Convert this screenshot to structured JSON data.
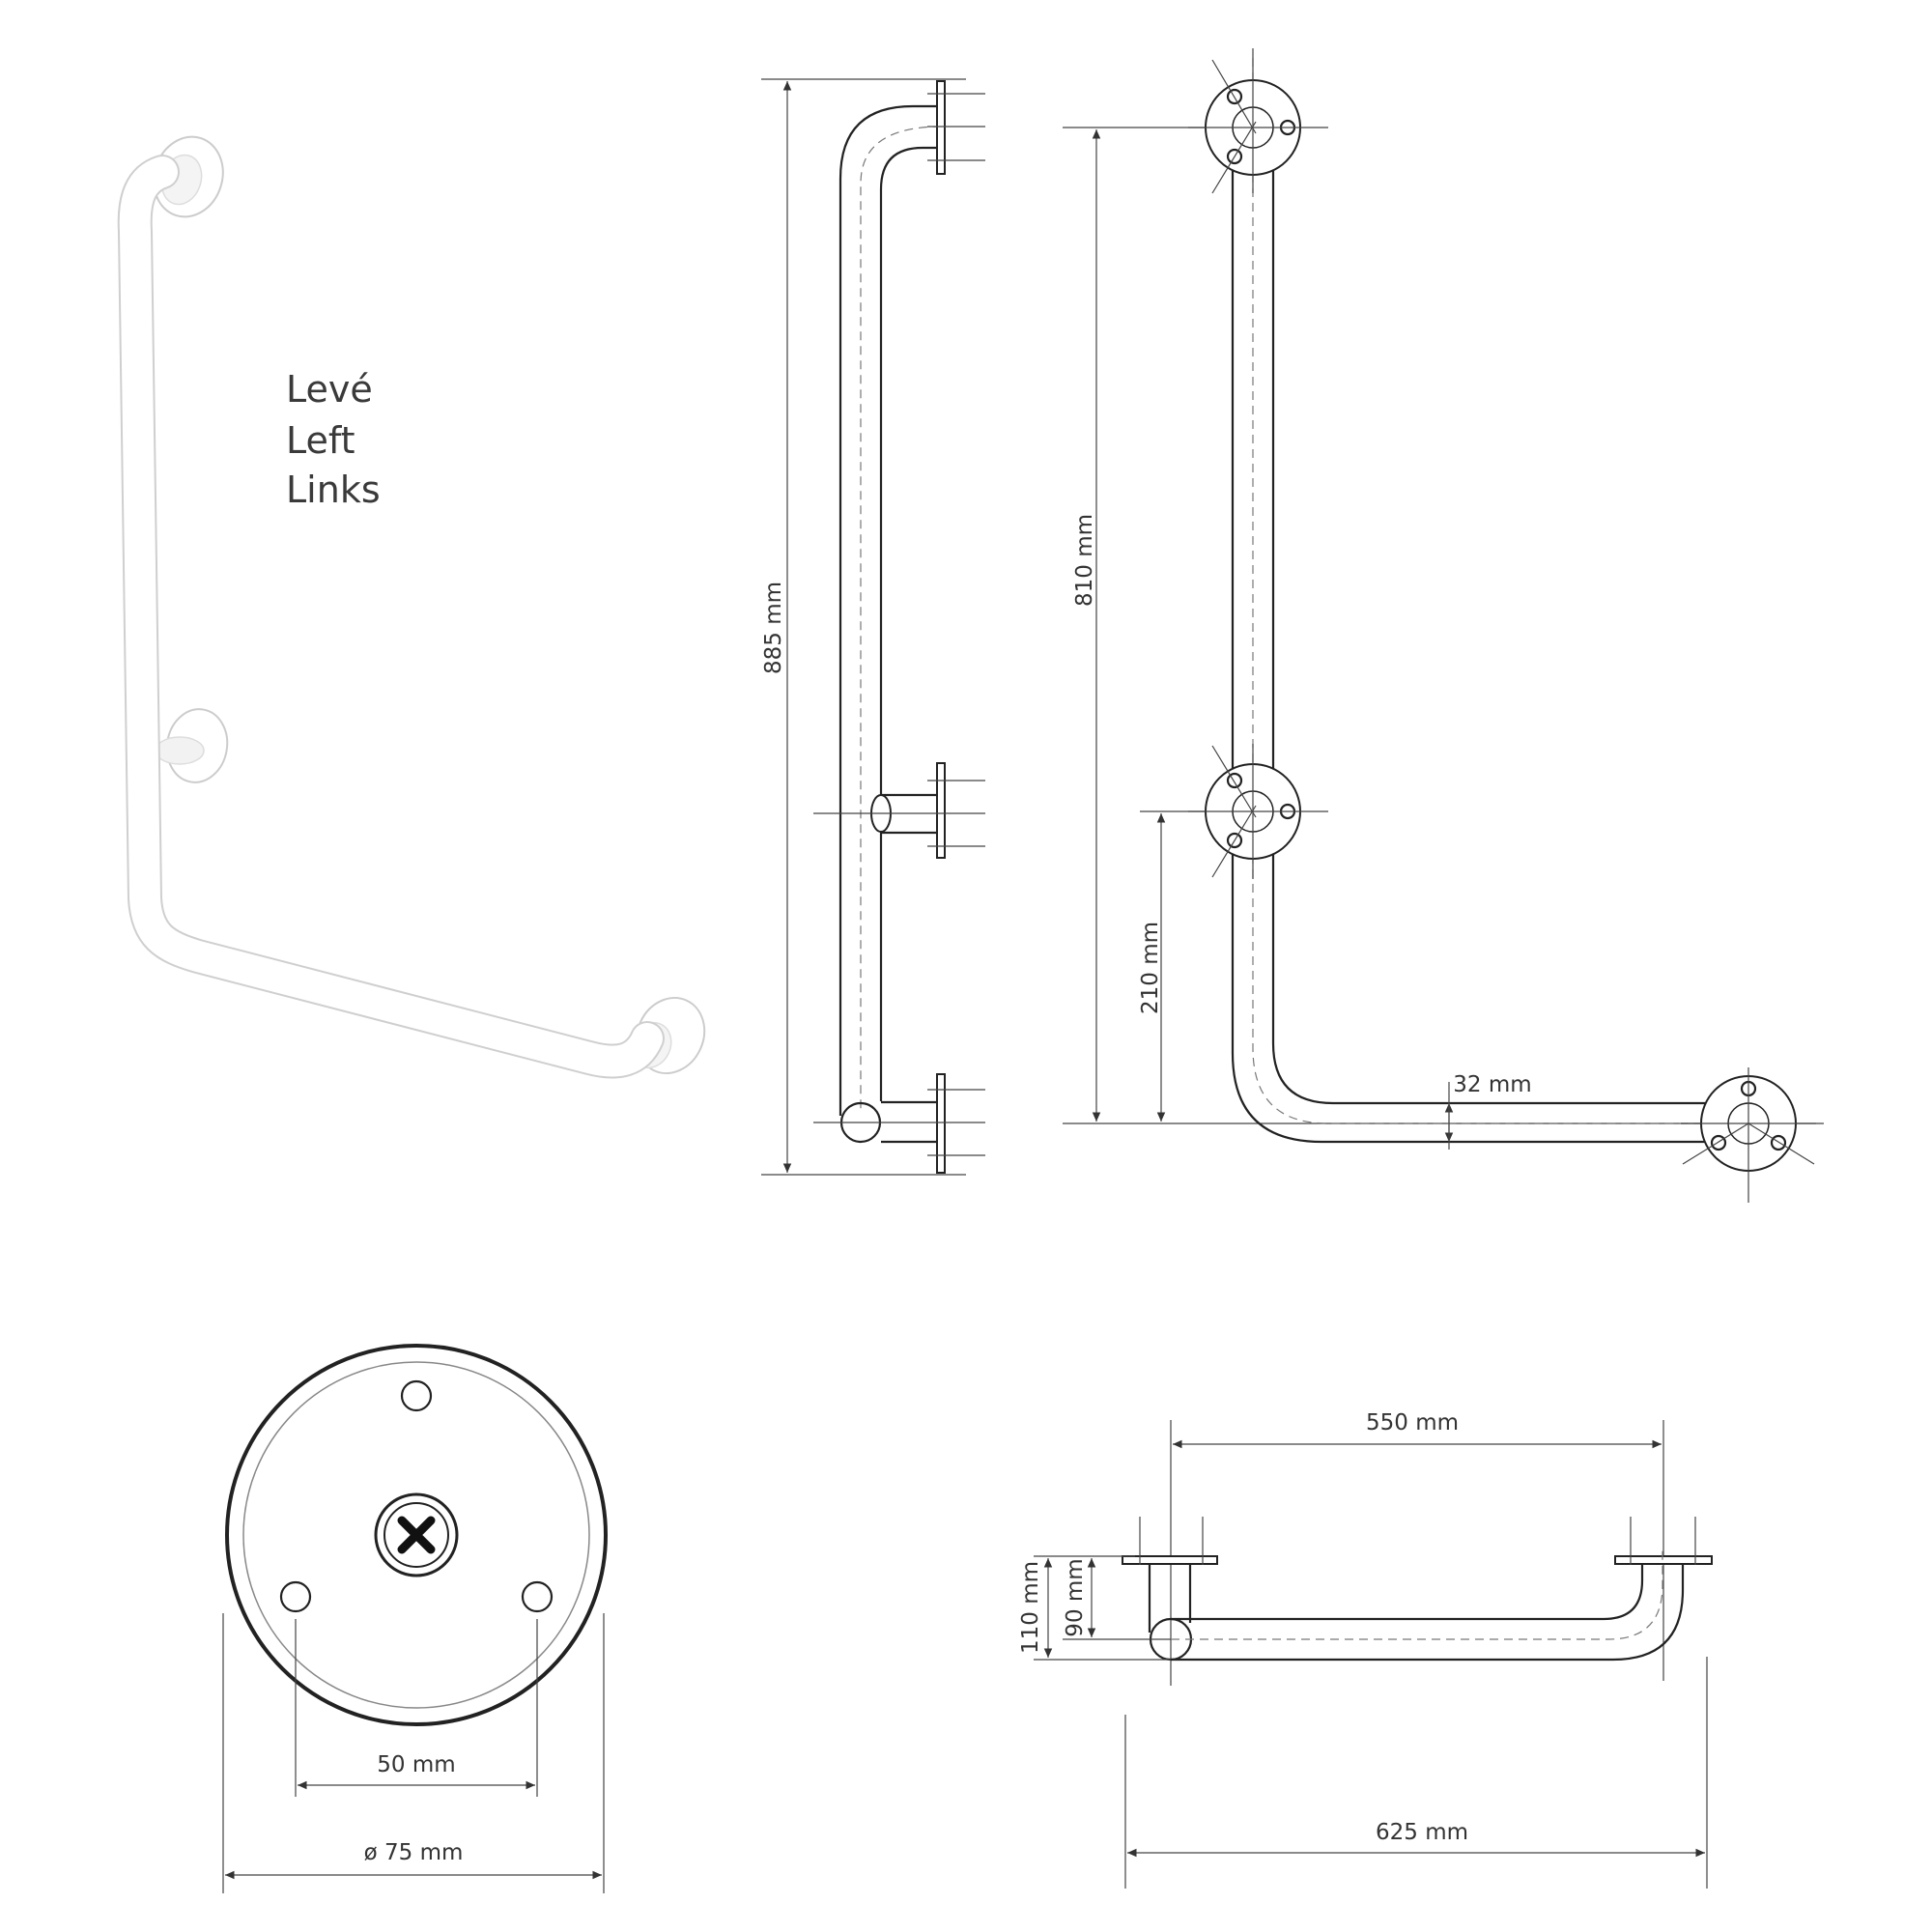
{
  "orientation_labels": [
    "Levé",
    "Left",
    "Links"
  ],
  "dimensions": {
    "total_height": "885 mm",
    "front_height": "810 mm",
    "middle_bracket_height": "210 mm",
    "tube_diameter": "32 mm",
    "horizontal_center": "550 mm",
    "wall_distance_outer": "110 mm",
    "wall_distance_inner": "90 mm",
    "overall_width": "625 mm",
    "hole_spacing": "50 mm",
    "rosette_diameter": "ø 75 mm"
  }
}
